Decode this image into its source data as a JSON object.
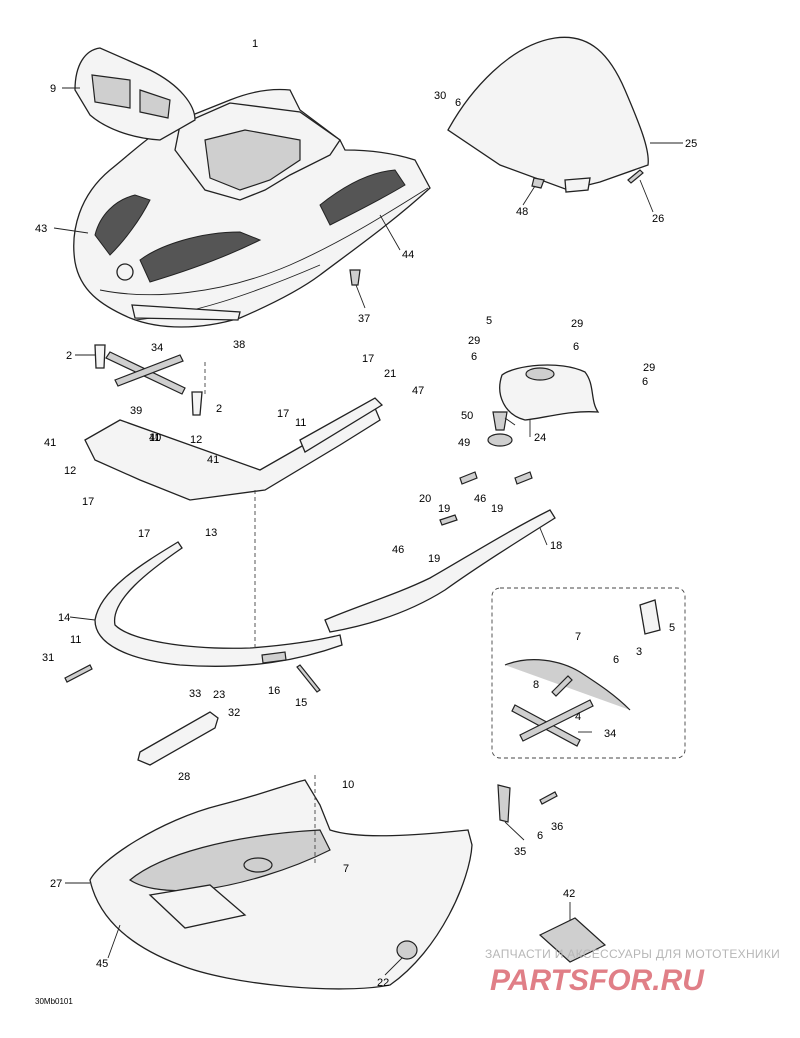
{
  "diagram_code": "30Mb0101",
  "callouts": [
    "1",
    "2",
    "2",
    "3",
    "4",
    "5",
    "5",
    "6",
    "6",
    "6",
    "6",
    "6",
    "6",
    "7",
    "8",
    "9",
    "10",
    "11",
    "11",
    "11",
    "12",
    "12",
    "13",
    "14",
    "15",
    "16",
    "17",
    "17",
    "17",
    "17",
    "18",
    "19",
    "19",
    "19",
    "20",
    "21",
    "22",
    "23",
    "24",
    "25",
    "26",
    "27",
    "28",
    "29",
    "29",
    "29",
    "30",
    "31",
    "32",
    "33",
    "34",
    "34",
    "35",
    "36",
    "37",
    "38",
    "39",
    "40",
    "41",
    "41",
    "42",
    "43",
    "44",
    "45",
    "46",
    "46",
    "47",
    "48",
    "49",
    "50"
  ],
  "watermark": {
    "tagline": "ЗАПЧАСТИ И АКСЕССУАРЫ ДЛЯ МОТОТЕХНИКИ",
    "logo": "PARTSFOR.RU"
  },
  "colors": {
    "line": "#222222",
    "vent": "#555555",
    "watermark_logo": "#e07f87",
    "watermark_text": "#b7b7b7"
  }
}
